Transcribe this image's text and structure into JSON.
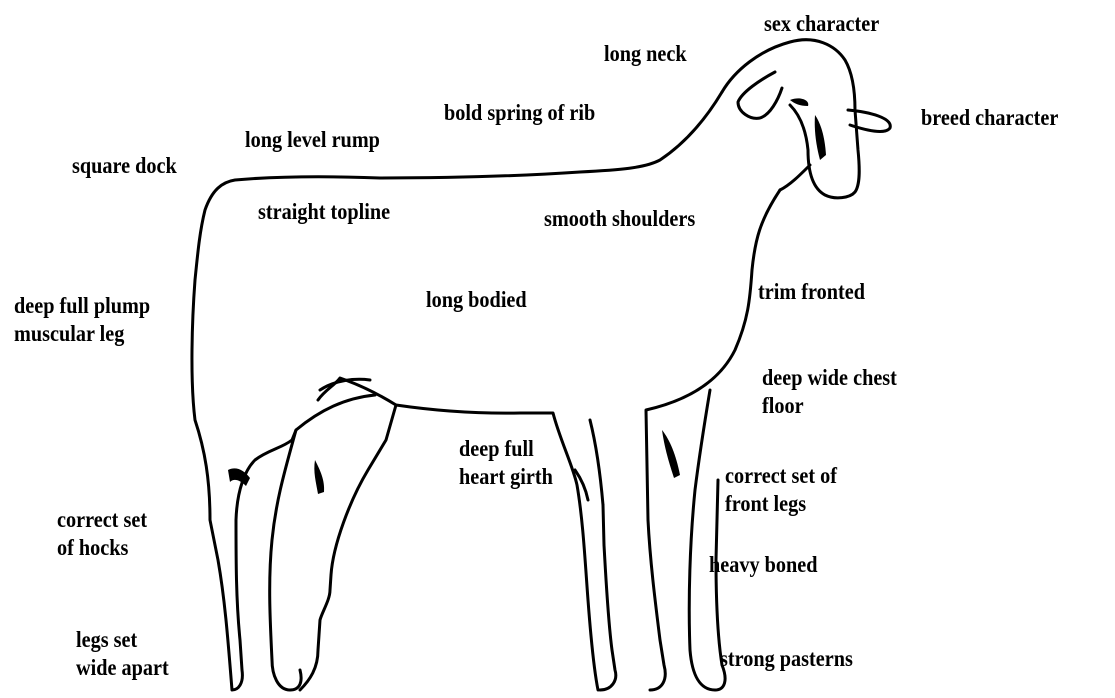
{
  "labels": {
    "sex_character": "sex character",
    "long_neck": "long neck",
    "breed_character": "breed character",
    "bold_spring_of_rib": "bold spring of rib",
    "long_level_rump": "long level rump",
    "square_dock": "square dock",
    "straight_topline": "straight topline",
    "smooth_shoulders": "smooth shoulders",
    "deep_full_plump_1": "deep full plump",
    "deep_full_plump_2": "muscular leg",
    "long_bodied": "long bodied",
    "trim_fronted": "trim fronted",
    "deep_wide_chest_1": "deep wide chest",
    "deep_wide_chest_2": "floor",
    "heart_girth_1": "deep full",
    "heart_girth_2": "heart girth",
    "front_legs_1": "correct set of",
    "front_legs_2": "front legs",
    "hocks_1": "correct set",
    "hocks_2": "of hocks",
    "heavy_boned": "heavy boned",
    "legs_apart_1": "legs set",
    "legs_apart_2": "wide apart",
    "strong_pasterns": "strong pasterns"
  }
}
